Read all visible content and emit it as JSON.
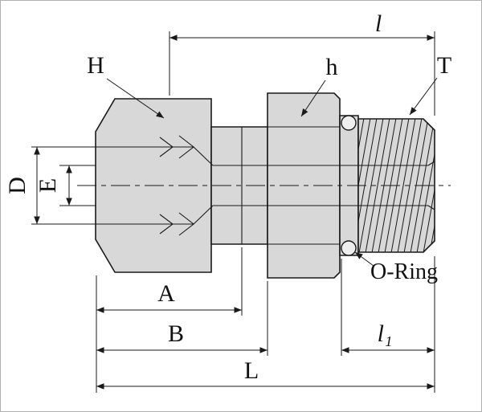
{
  "diagram": {
    "colors": {
      "line": "#1a1a1a",
      "metal_fill": "#d8d8d8",
      "background": "#ffffff"
    },
    "dimension_labels": {
      "overall_top": "l",
      "nut": "H",
      "hex": "h",
      "thread": "T",
      "bore_outer": "D",
      "bore_inner": "E",
      "length_a": "A",
      "length_b": "B",
      "length_l1": "l₁",
      "length_overall": "L",
      "o_ring": "O-Ring"
    }
  }
}
